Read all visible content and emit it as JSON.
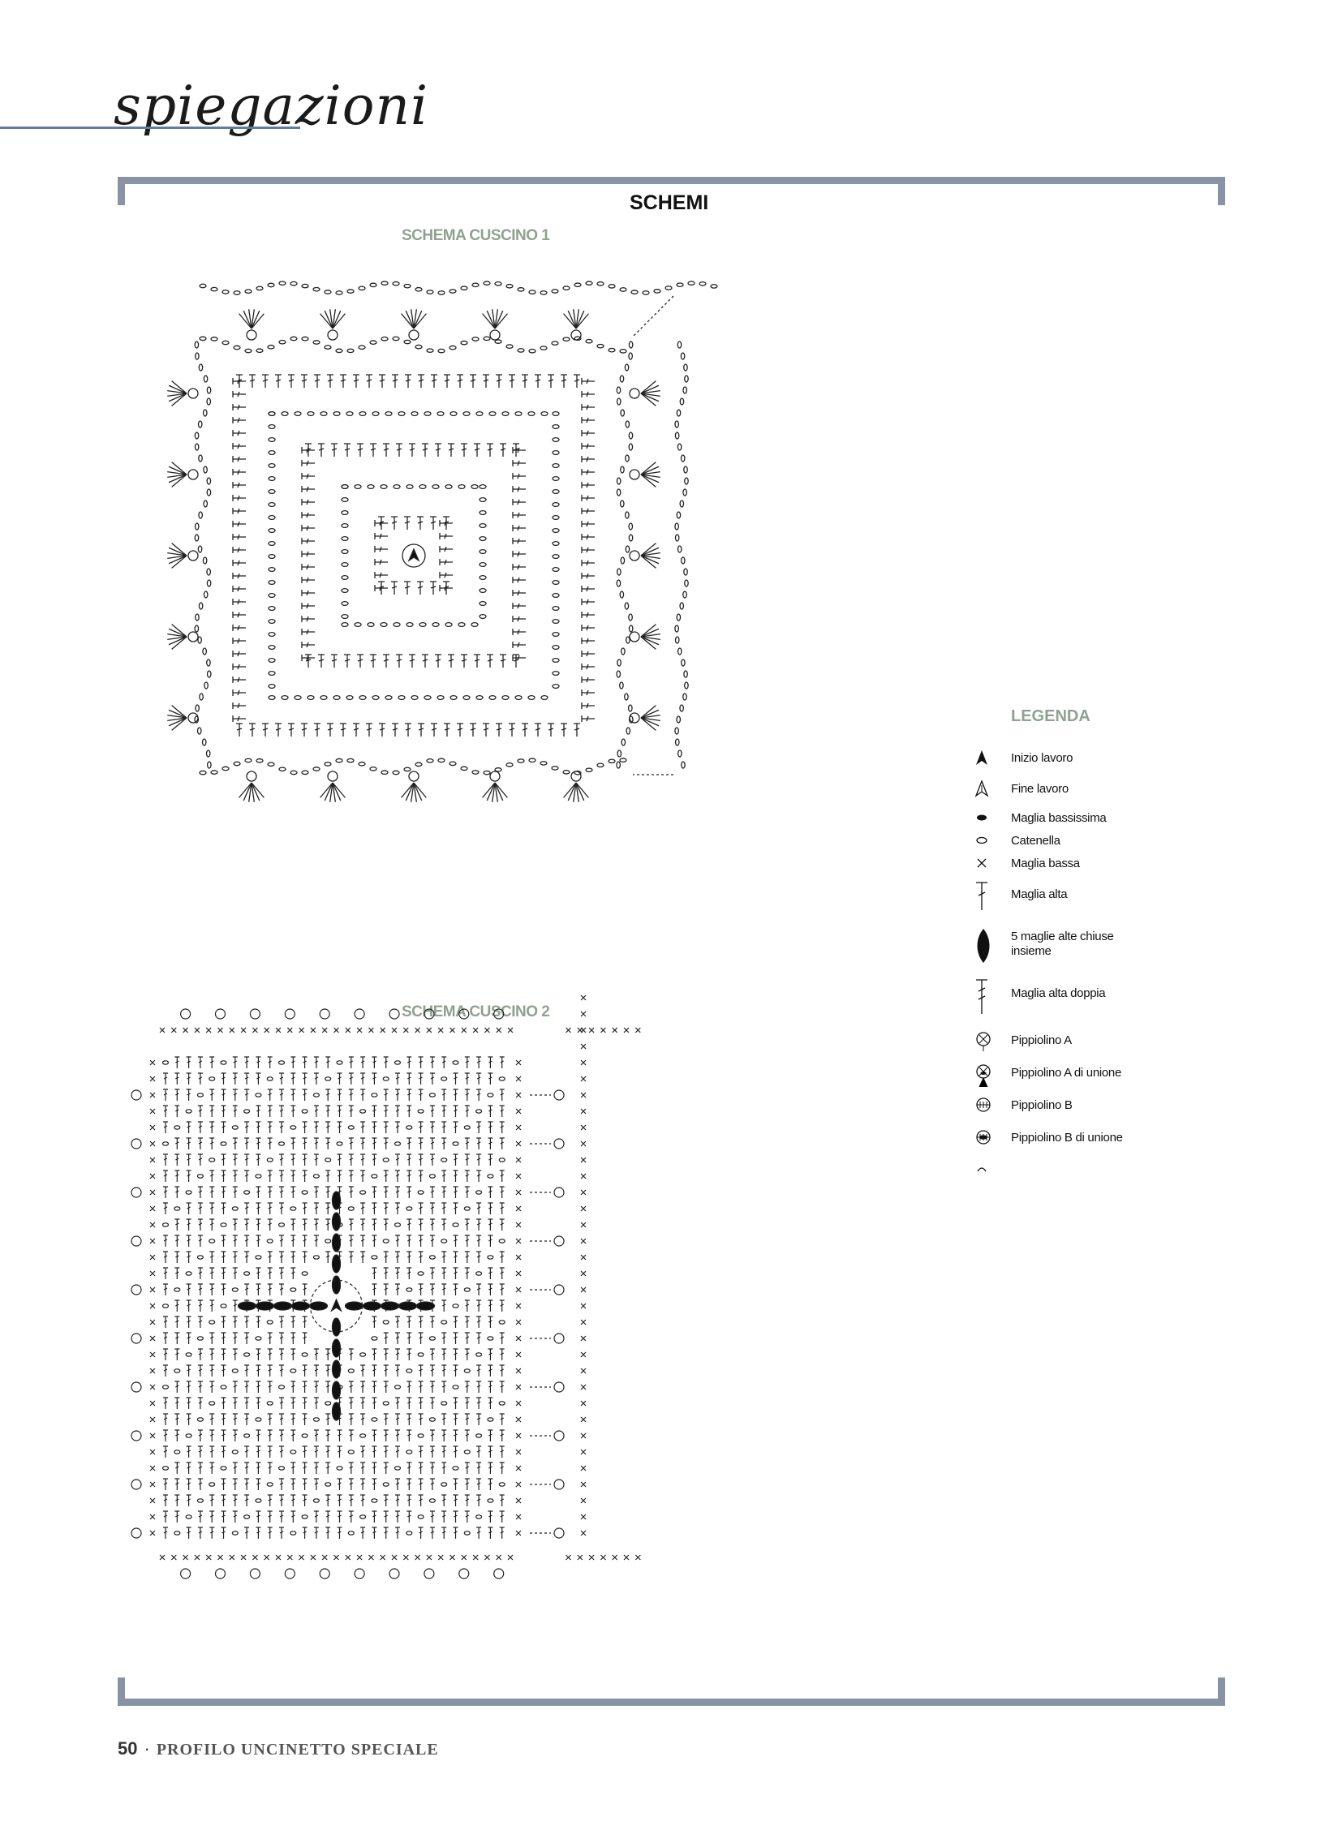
{
  "header": {
    "title": "spiegazioni"
  },
  "section": {
    "title": "SCHEMI"
  },
  "schemas": [
    {
      "label": "SCHEMA CUSCINO 1"
    },
    {
      "label": "SCHEMA CUSCINO 2"
    }
  ],
  "legend": {
    "title": "LEGENDA",
    "items": [
      {
        "icon": "start-arrow-icon",
        "label": "Inizio lavoro"
      },
      {
        "icon": "end-arrow-icon",
        "label": "Fine lavoro"
      },
      {
        "icon": "slip-stitch-icon",
        "label": "Maglia bassissima"
      },
      {
        "icon": "chain-icon",
        "label": "Catenella"
      },
      {
        "icon": "single-crochet-icon",
        "label": "Maglia bassa"
      },
      {
        "icon": "double-crochet-icon",
        "label": "Maglia alta"
      },
      {
        "icon": "cluster-icon",
        "label": "5 maglie alte chiuse insieme"
      },
      {
        "icon": "treble-crochet-icon",
        "label": "Maglia alta doppia"
      },
      {
        "icon": "picot-a-icon",
        "label": "Pippiolino A"
      },
      {
        "icon": "picot-a-join-icon",
        "label": "Pippiolino A di unione"
      },
      {
        "icon": "picot-b-icon",
        "label": "Pippiolino B"
      },
      {
        "icon": "picot-b-join-icon",
        "label": "Pippiolino B di unione"
      },
      {
        "icon": "arc-icon",
        "label": ""
      }
    ]
  },
  "footer": {
    "page_number": "50",
    "separator": "·",
    "magazine": "PROFILO UNCINETTO SPECIALE"
  },
  "colors": {
    "frame": "#8a93a5",
    "accent_rule": "#5f7f96",
    "label_green": "#8fa28f"
  }
}
